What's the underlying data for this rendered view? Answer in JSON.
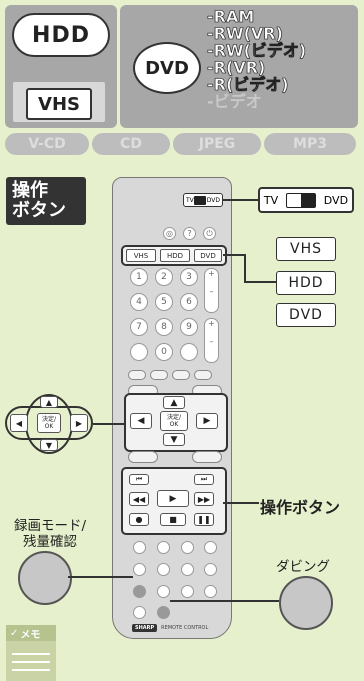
{
  "media": {
    "hdd": "HDD",
    "vhs": "VHS",
    "dvd": "DVD",
    "dvd_types": [
      "-RAM",
      "-RW(VR)",
      "-RW(ビデオ)",
      "-R(VR)",
      "-R(ビデオ)"
    ],
    "dvd_type_muted": "-ビデオ",
    "formats": [
      "V-CD",
      "CD",
      "JPEG",
      "MP3"
    ]
  },
  "section_title": "操作\nボタン",
  "remote": {
    "switch_left": "TV",
    "switch_right": "DVD",
    "keys_top": [
      "VHS",
      "HDD",
      "DVD"
    ],
    "numbers": [
      "1",
      "2",
      "3",
      "4",
      "5",
      "6",
      "7",
      "8",
      "9",
      "",
      "0",
      ""
    ],
    "enter_label": "決定/\nOK",
    "brand": "REMOTE CONTROL",
    "brand_logo": "SHARP"
  },
  "callouts": {
    "tv_dvd_left": "TV",
    "tv_dvd_right": "DVD",
    "vhs": "VHS",
    "hdd": "HDD",
    "dvd": "DVD",
    "operation_buttons": "操作ボタン",
    "rec_mode": "録画モード/\n残量確認",
    "dubbing": "ダビング"
  },
  "memo": {
    "label": "メモ"
  }
}
